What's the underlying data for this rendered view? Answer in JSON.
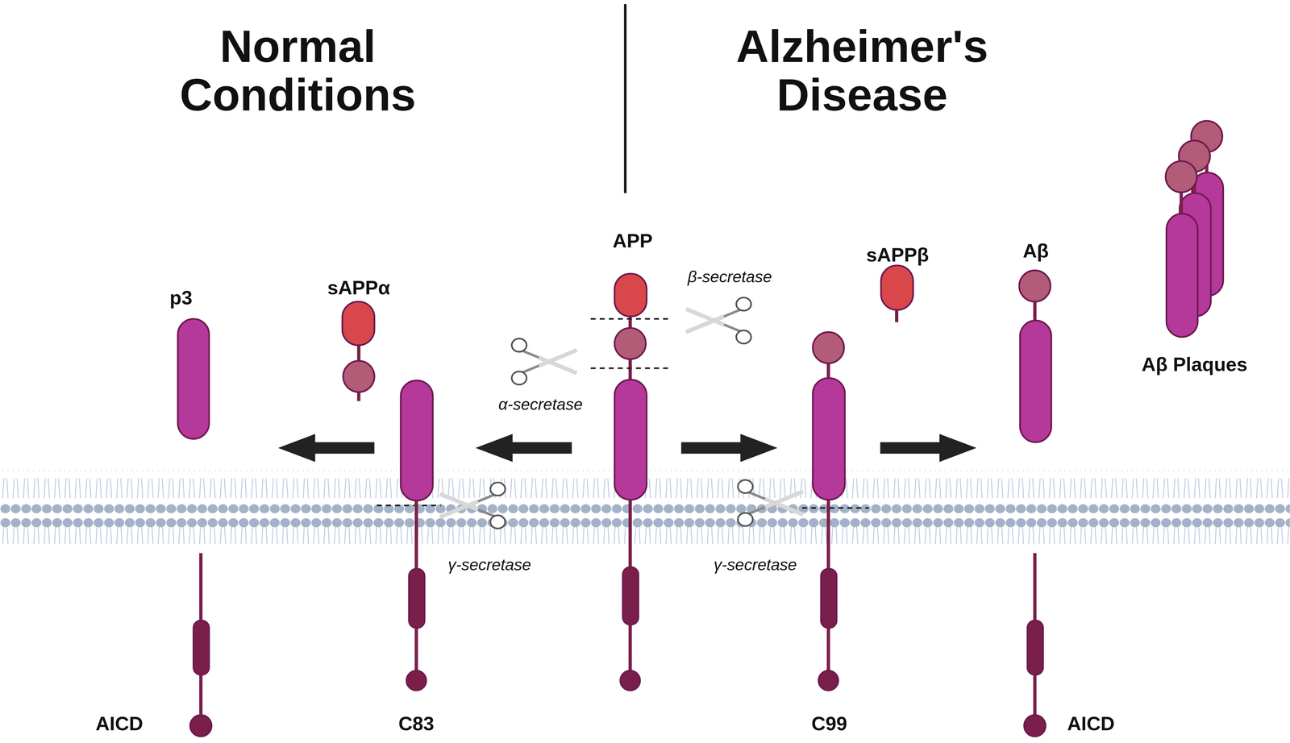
{
  "diagram": {
    "labels": [
      "Normal Conditions",
      "Alzheimer's Disease",
      "APP",
      "β-secretase",
      "sAPPβ",
      "Aβ",
      "p3",
      "sAPPα",
      "α-secretase",
      "Aβ Plaques",
      "γ-secretase",
      "γ-secretase",
      "AICD",
      "C83",
      "C99",
      "AICD"
    ]
  }
}
